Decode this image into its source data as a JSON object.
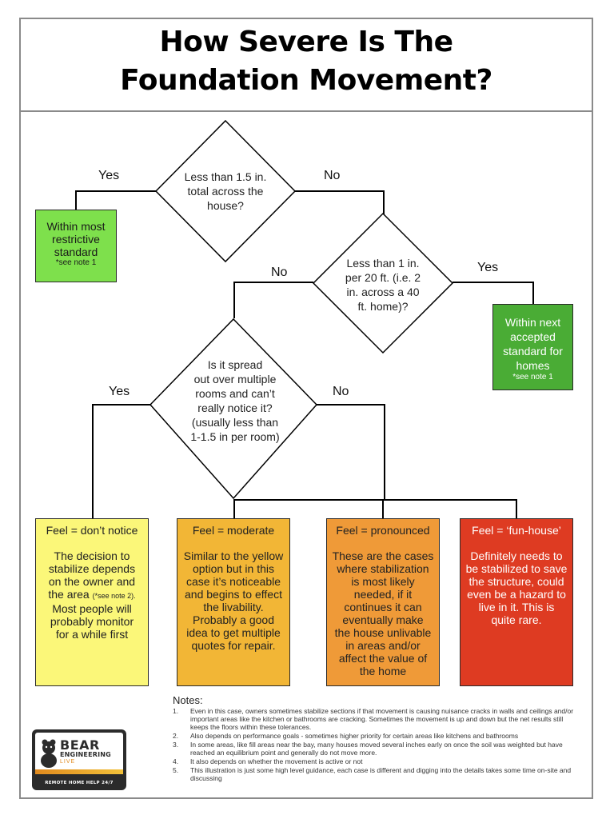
{
  "title": {
    "line1": "How Severe Is The",
    "line2": "Foundation Movement?"
  },
  "decisions": {
    "d1": [
      "Less than 1.5 in.",
      "total across the",
      "house?"
    ],
    "d2": [
      "Less than 1 in.",
      "per 20 ft. (i.e. 2",
      "in. across a 40",
      "ft. home)?"
    ],
    "d3": [
      "Is it spread",
      "out over multiple",
      "rooms and can’t",
      "really notice it?",
      "(usually less than",
      "1-1.5 in per room)"
    ]
  },
  "branch_labels": {
    "d1_yes": "Yes",
    "d1_no": "No",
    "d2_no": "No",
    "d2_yes": "Yes",
    "d3_yes": "Yes",
    "d3_no": "No"
  },
  "outcomes": {
    "within_most": {
      "lines": [
        "Within most",
        "restrictive",
        "standard"
      ],
      "note": "*see note 1",
      "color": "#7ee04c"
    },
    "within_next": {
      "lines": [
        "Within next",
        "accepted",
        "standard for",
        "homes"
      ],
      "note": "*see note 1",
      "color": "#4aac35"
    }
  },
  "feel_boxes": [
    {
      "header": "Feel = don’t notice",
      "lines": [
        "The decision to",
        "stabilize depends",
        "on the owner and"
      ],
      "inline_main": "the area ",
      "inline_small": "(*see note 2).",
      "lines_after": [
        "Most people will",
        "probably monitor",
        "for a while first"
      ],
      "color": "#fbf779"
    },
    {
      "header": "Feel = moderate",
      "lines": [
        "Similar to the yellow",
        "option but in this",
        "case it’s noticeable",
        "and begins to effect",
        "the livability.",
        "Probably a good",
        "idea to get multiple",
        "quotes for repair."
      ],
      "color": "#f2b636"
    },
    {
      "header": "Feel = pronounced",
      "lines": [
        "These are the cases",
        "where stabilization",
        "is most likely",
        "needed, if it",
        "continues it can",
        "eventually make",
        "the house unlivable",
        "in areas and/or",
        "affect the value of",
        "the home"
      ],
      "color": "#ef9a38"
    },
    {
      "header": "Feel = ‘fun-house’",
      "lines": [
        "Definitely needs to",
        "be stabilized to save",
        "the structure, could",
        "even be a hazard to",
        "live in it.  This is",
        "quite rare."
      ],
      "color": "#de3b22"
    }
  ],
  "notes": {
    "heading": "Notes:",
    "items": [
      {
        "num": "1.",
        "text": "Even in this case, owners sometimes stabilize sections if that movement is causing nuisance cracks in walls and ceilings and/or important areas like the kitchen or bathrooms are cracking.  Sometimes the movement is up and down but the net results still keeps the floors within these tolerances."
      },
      {
        "num": "2.",
        "text": "Also depends on performance goals - sometimes higher priority for certain areas like kitchens and bathrooms"
      },
      {
        "num": "3.",
        "text": "In some areas, like fill areas near the bay, many houses moved several inches early on once the soil was weighted but have reached an equilibrium point and generally do not move more."
      },
      {
        "num": "4.",
        "text": "It also depends on whether the movement is active or not"
      },
      {
        "num": "5.",
        "text": "This illustration is just some high level guidance, each case is different and digging into the details takes some time on-site and discussing"
      }
    ]
  },
  "logo": {
    "word1": "BEAR",
    "word2": "ENGINEERING",
    "word3": "LIVE",
    "tagline": "REMOTE HOME HELP 24/7",
    "icon": "bear-icon"
  }
}
